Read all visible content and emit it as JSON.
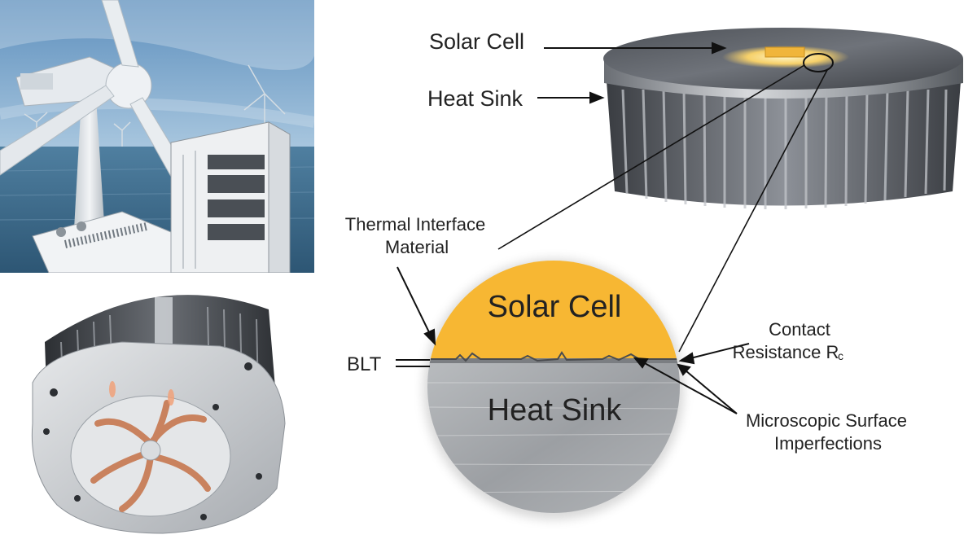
{
  "labels": {
    "solar_cell_top": "Solar Cell",
    "heat_sink_top": "Heat Sink",
    "tim_line1": "Thermal Interface",
    "tim_line2": "Material",
    "solar_cell_zoom": "Solar Cell",
    "heat_sink_zoom": "Heat Sink",
    "blt": "BLT",
    "contact_line1": "Contact",
    "contact_line2": "Resistance R",
    "contact_sub": "c",
    "micro_line1": "Microscopic Surface",
    "micro_line2": "Imperfections"
  },
  "colors": {
    "solar_cell": "#f7b733",
    "heat_sink_metal": "#a9acaf",
    "sea": "#3e6c8c",
    "sky": "#7fa9cc",
    "copper": "#c9825e"
  }
}
